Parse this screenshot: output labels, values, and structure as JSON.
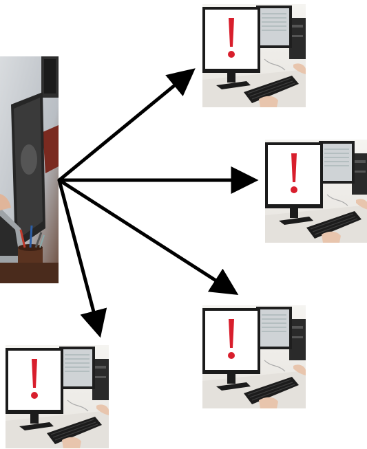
{
  "diagram": {
    "source": {
      "id": "source-laptop-photo",
      "description_icon": "laptop-user-icon"
    },
    "targets": [
      {
        "id": "target-workstation-top",
        "alert_symbol": "!"
      },
      {
        "id": "target-workstation-right",
        "alert_symbol": "!"
      },
      {
        "id": "target-workstation-bottom-right",
        "alert_symbol": "!"
      },
      {
        "id": "target-workstation-bottom-left",
        "alert_symbol": "!"
      }
    ],
    "colors": {
      "arrow": "#000000",
      "alert": "#d81e2c",
      "screen": "#ffffff",
      "monitor_frame": "#1b1b1b",
      "desk": "#e9e6e1",
      "wall": "#f2f1ee"
    }
  }
}
